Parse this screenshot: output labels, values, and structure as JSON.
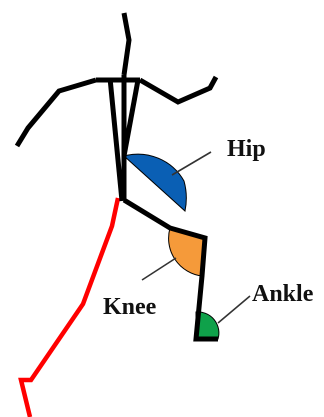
{
  "labels": {
    "hip": "Hip",
    "knee": "Knee",
    "ankle": "Ankle"
  },
  "colors": {
    "figure": "#000000",
    "other_leg": "#ff0000",
    "hip_angle": "#0a5fb4",
    "knee_angle": "#f59a3a",
    "ankle_angle": "#0fa14a",
    "leader_line": "#333333"
  }
}
